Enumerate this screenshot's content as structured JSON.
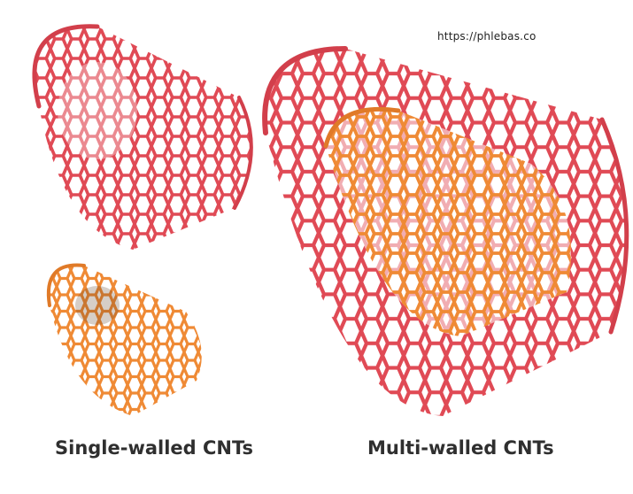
{
  "watermark": "https://phlebas.co",
  "colors": {
    "outer_wall": "#e04a55",
    "inner_wall": "#ef8a35",
    "background": "#ffffff",
    "caption": "#2f2f2f"
  },
  "captions": {
    "single": "Single-walled CNTs",
    "multi": "Multi-walled CNTs"
  }
}
